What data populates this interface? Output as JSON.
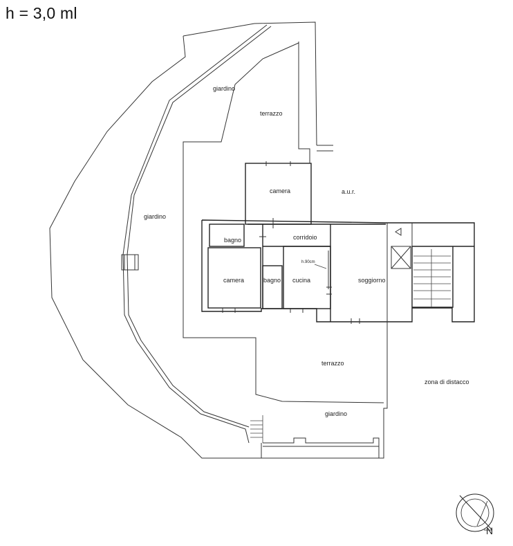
{
  "header": {
    "height_label": "h = 3,0 ml"
  },
  "rooms": {
    "giardino_top": "giardino",
    "terrazzo_top": "terrazzo",
    "camera_upper": "camera",
    "aur": "a.u.r.",
    "giardino_left": "giardino",
    "bagno_left": "bagno",
    "corridoio": "corridoio",
    "h90": "h.90cm",
    "camera_lower": "camera",
    "bagno_small": "bagno",
    "cucina": "cucina",
    "soggiorno": "soggiorno",
    "terrazzo_bottom": "terrazzo",
    "zona_distacco": "zona di distacco",
    "giardino_bottom": "giardino"
  },
  "compass": {
    "label": "N"
  }
}
